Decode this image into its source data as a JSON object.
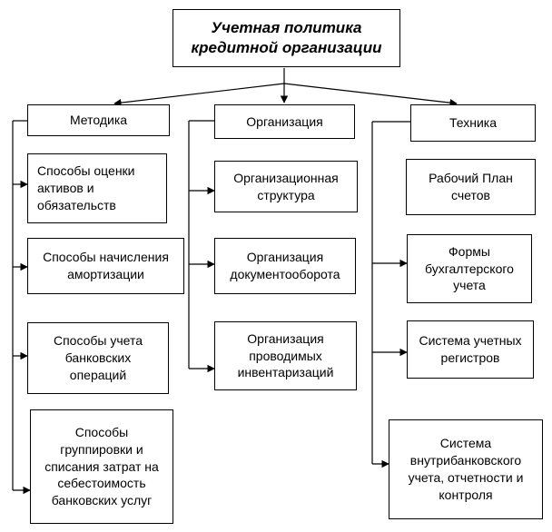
{
  "root": {
    "line1": "Учетная политика",
    "line2": "кредитной организации"
  },
  "columns": [
    {
      "header": "Методика",
      "items": [
        "Способы оценки\nактивов и\nобязательств",
        "Способы начисления\nамортизации",
        "Способы учета\nбанковских\nопераций",
        "Способы\nгруппировки и\nсписания затрат на\nсебестоимость\nбанковских услуг"
      ]
    },
    {
      "header": "Организация",
      "items": [
        "Организационная\nструктура",
        "Организация\nдокументооборота",
        "Организация\nпроводимых\nинвентаризаций"
      ]
    },
    {
      "header": "Техника",
      "items": [
        "Рабочий План\nсчетов",
        "Формы\nбухгалтерского\nучета",
        "Система учетных\nрегистров",
        "Система\nвнутрибанковского\nучета, отчетности и\nконтроля"
      ]
    }
  ]
}
